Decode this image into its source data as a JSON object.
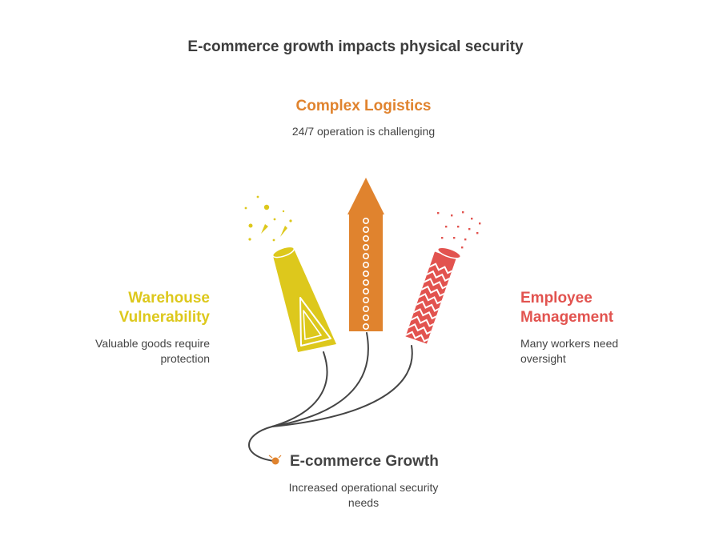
{
  "title": "E-commerce growth impacts physical security",
  "center": {
    "label": "E-commerce Growth",
    "description": "Increased operational security needs"
  },
  "items": [
    {
      "key": "logistics",
      "label": "Complex Logistics",
      "description": "24/7 operation is challenging",
      "color": "#e0832e"
    },
    {
      "key": "warehouse",
      "label": "Warehouse Vulnerability",
      "description": "Valuable goods require protection",
      "color": "#ddc81c"
    },
    {
      "key": "employee",
      "label": "Employee Management",
      "description": "Many workers need oversight",
      "color": "#e2534f"
    }
  ],
  "icons": [
    "firework-rocket-icon",
    "party-popper-icon",
    "firecracker-icon"
  ]
}
